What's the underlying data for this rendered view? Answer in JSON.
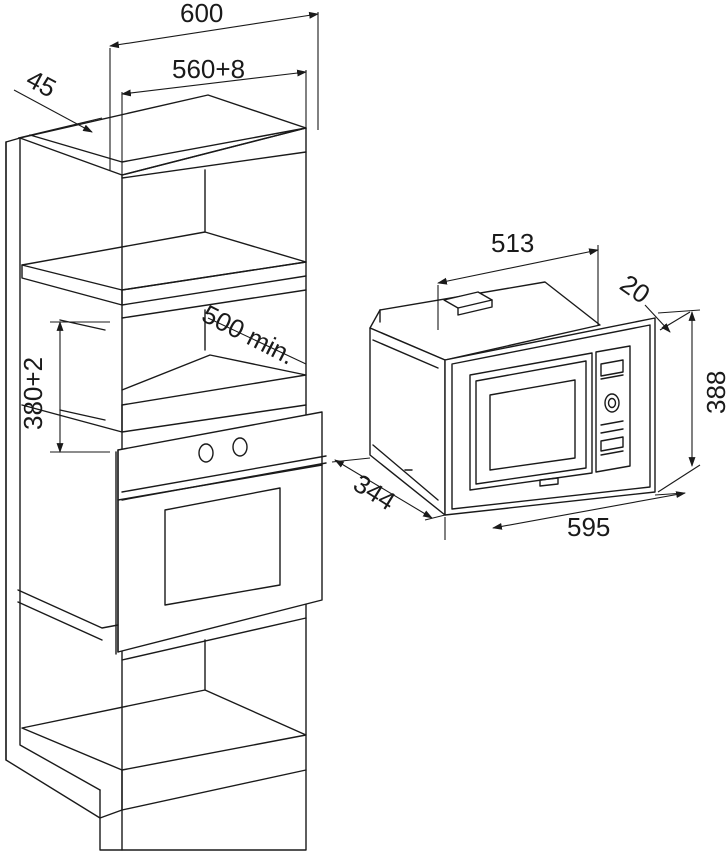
{
  "diagram": {
    "dimensions": {
      "cabinet_width": "600",
      "niche_width": "560+8",
      "cabinet_side": "45",
      "niche_depth": "500 min.",
      "niche_height": "380+2",
      "appliance_width": "513",
      "frame_depth": "20",
      "appliance_height": "388",
      "appliance_depth": "344",
      "frame_width": "595"
    },
    "colors": {
      "line": "#1a1a1a",
      "background": "#ffffff"
    }
  }
}
